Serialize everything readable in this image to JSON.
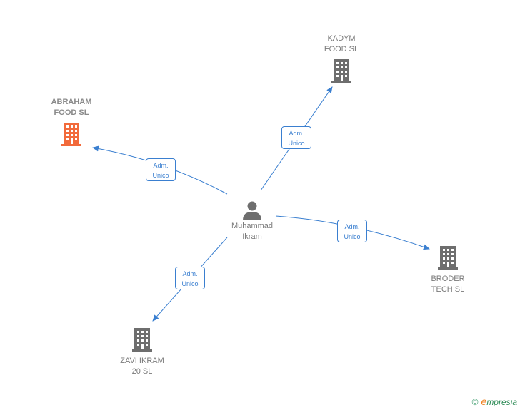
{
  "colors": {
    "edge": "#3a7fd0",
    "building_default": "#6e6e6e",
    "building_highlight": "#f26a3b",
    "person": "#6e6e6e"
  },
  "center": {
    "name": "Muhammad\nIkram",
    "icon": "person-icon"
  },
  "companies": [
    {
      "key": "kadym",
      "name": "KADYM\nFOOD  SL",
      "icon": "building-icon",
      "highlight": false
    },
    {
      "key": "abraham",
      "name": "ABRAHAM\nFOOD  SL",
      "icon": "building-icon",
      "highlight": true
    },
    {
      "key": "broder",
      "name": "BRODER\nTECH  SL",
      "icon": "building-icon",
      "highlight": false
    },
    {
      "key": "zavi",
      "name": "ZAVI IKRAM\n20  SL",
      "icon": "building-icon",
      "highlight": false
    }
  ],
  "relations": [
    {
      "to": "kadym",
      "label": "Adm.\nUnico"
    },
    {
      "to": "abraham",
      "label": "Adm.\nUnico"
    },
    {
      "to": "broder",
      "label": "Adm.\nUnico"
    },
    {
      "to": "zavi",
      "label": "Adm.\nUnico"
    }
  ],
  "credit": {
    "symbol": "©",
    "brand": "mpresia",
    "brand_initial": "e"
  }
}
